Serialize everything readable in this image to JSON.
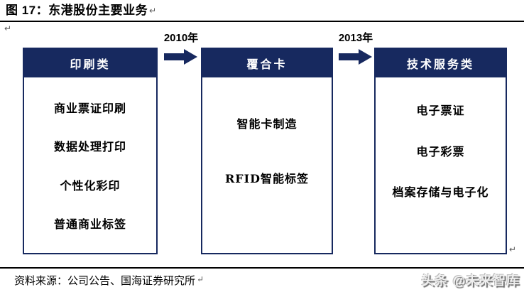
{
  "figure": {
    "title": "图 17：东港股份主要业务"
  },
  "marks": {
    "return_mark": "↵"
  },
  "diagram": {
    "stages": [
      {
        "header": "印刷类",
        "items": [
          "商业票证印刷",
          "数据处理打印",
          "个性化彩印",
          "普通商业标签"
        ]
      },
      {
        "header": "覆合卡",
        "items": [
          "智能卡制造",
          "RFID智能标签"
        ]
      },
      {
        "header": "技术服务类",
        "items": [
          "电子票证",
          "电子彩票",
          "档案存储与电子化"
        ]
      }
    ],
    "transitions": [
      {
        "year": "2010年"
      },
      {
        "year": "2013年"
      }
    ],
    "colors": {
      "navy": "#17295f",
      "header_text": "#ffffff",
      "body_text": "#000000"
    }
  },
  "footer": {
    "source": "资料来源：公司公告、国海证券研究所",
    "watermark": "头条 @未来智库"
  }
}
